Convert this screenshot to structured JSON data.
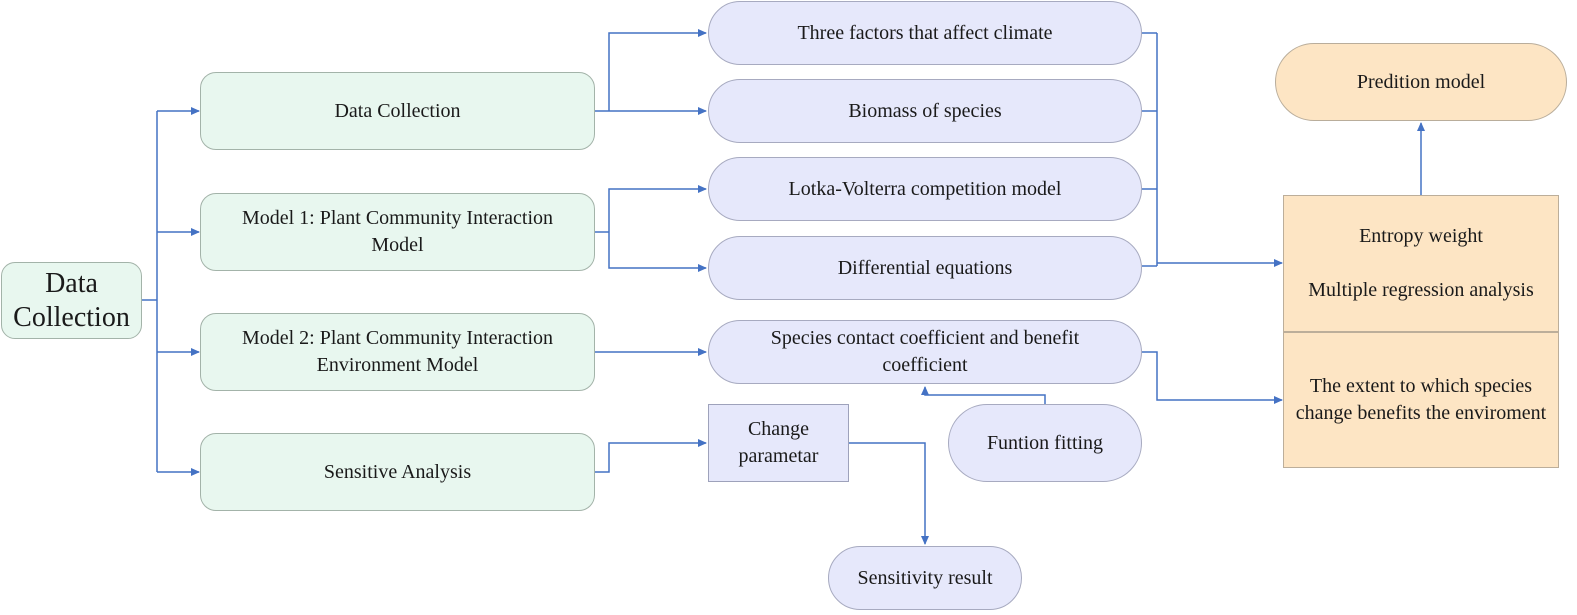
{
  "nodes": {
    "root": "Data Collection",
    "data_collection": "Data Collection",
    "model1": "Model 1: Plant Community Interaction Model",
    "model2": "Model 2: Plant Community Interaction Environment Model",
    "sensitive": "Sensitive Analysis",
    "climate": "Three factors that affect climate",
    "biomass": "Biomass of species",
    "lotka": "Lotka-Volterra competition model",
    "diffeq": "Differential equations",
    "coefficient": "Species contact coefficient and benefit coefficient",
    "change": "Change parametar",
    "fitting": "Funtion fitting",
    "result": "Sensitivity result",
    "prediction": "Predition model",
    "entropy": "Entropy weight",
    "regression": "Multiple regression analysis",
    "extent": "The extent to which species change benefits the enviroment"
  },
  "colors": {
    "line": "#4472c4",
    "green_fill": "#e8f7ef",
    "lavender_fill": "#e6e8fb",
    "orange_fill": "#fde5c4"
  }
}
